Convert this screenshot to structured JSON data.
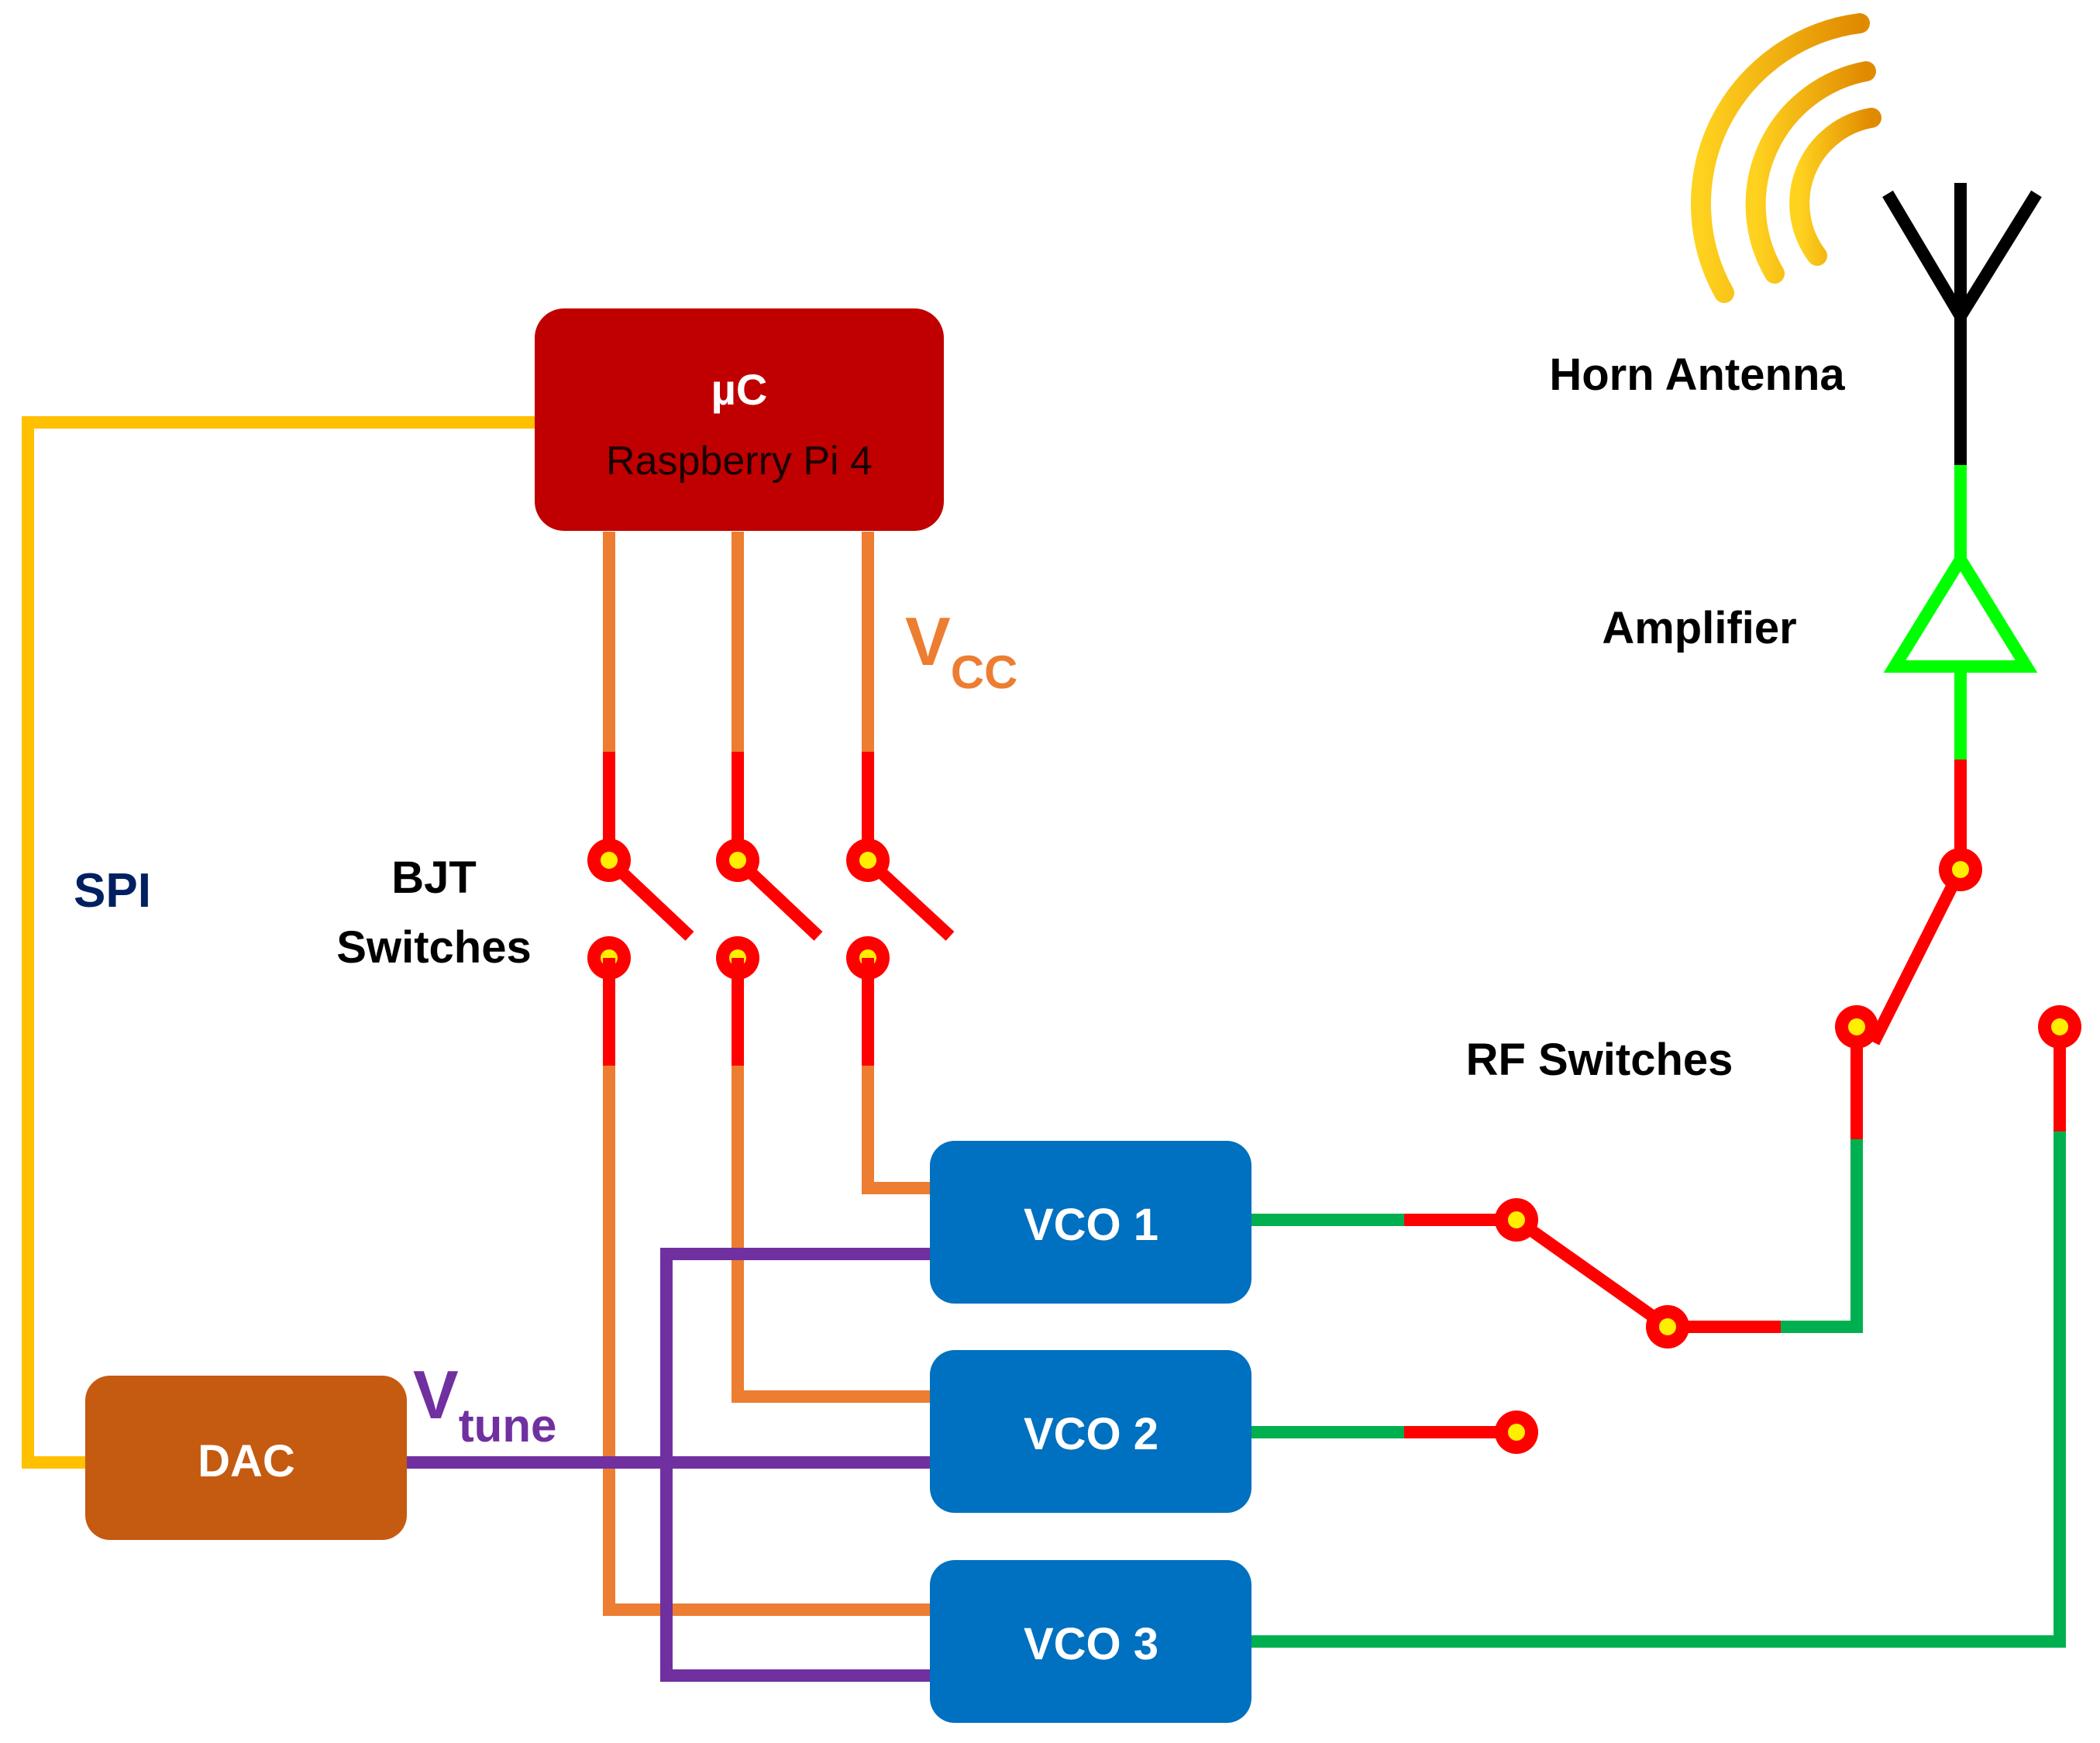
{
  "labels": {
    "spi": "SPI",
    "bjt_line1": "BJT",
    "bjt_line2": "Switches",
    "vcc_main": "V",
    "vcc_sub": "CC",
    "vtune_main": "V",
    "vtune_sub": "tune",
    "horn_antenna": "Horn Antenna",
    "amplifier": "Amplifier",
    "rf_switches": "RF Switches"
  },
  "blocks": {
    "uc_title": "µC",
    "uc_subtitle": "Raspberry Pi 4",
    "dac": "DAC",
    "vco1": "VCO 1",
    "vco2": "VCO 2",
    "vco3": "VCO 3"
  },
  "colors": {
    "uc": "#c00000",
    "dac": "#c55a11",
    "vco": "#0070c0",
    "spi_wire": "#ffc000",
    "vcc_wire": "#ed7d31",
    "switch_wire": "#ff0000",
    "vtune_wire": "#7030a0",
    "rf_wire": "#00b050",
    "amp_wire": "#00ff00",
    "antenna": "#000000",
    "terminal": "#ffee00",
    "spi_text": "#002060",
    "vcc_text": "#ed7d31",
    "vtune_text": "#7030a0"
  }
}
